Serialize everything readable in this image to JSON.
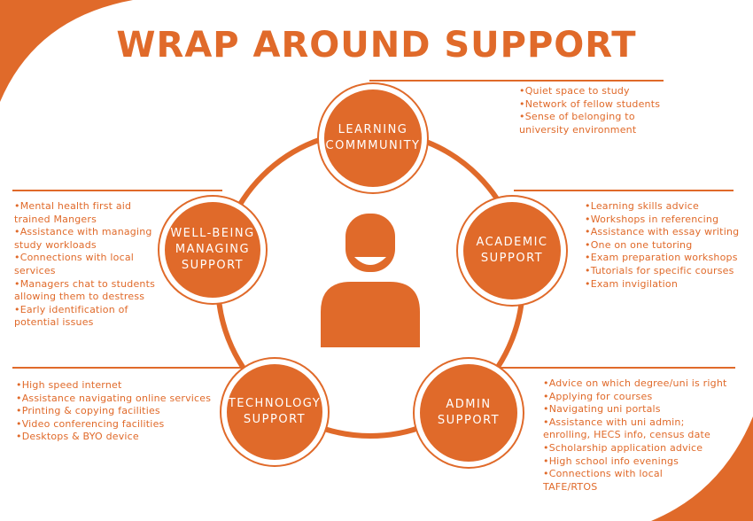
{
  "title": "WRAP AROUND SUPPORT",
  "colors": {
    "accent": "#e06a2a",
    "background": "#ffffff"
  },
  "center_icon": "person-icon",
  "nodes": {
    "learning": {
      "line1": "LEARNING",
      "line2": "COMMMUNITY"
    },
    "wellbeing": {
      "line1": "WELL-BEING",
      "line2": "MANAGING",
      "line3": "SUPPORT"
    },
    "academic": {
      "line1": "ACADEMIC",
      "line2": "SUPPORT"
    },
    "technology": {
      "line1": "TECHNOLOGY",
      "line2": "SUPPORT"
    },
    "admin": {
      "line1": "ADMIN",
      "line2": "SUPPORT"
    }
  },
  "lists": {
    "learning": [
      "•Quiet space to study",
      "•Network of fellow students",
      "•Sense of belonging to",
      "university environment"
    ],
    "wellbeing": [
      "•Mental health first aid",
      "trained Mangers",
      "•Assistance with managing",
      "study workloads",
      "•Connections with local",
      "services",
      "•Managers chat to students",
      "allowing them to destress",
      "•Early identification of",
      "potential issues"
    ],
    "academic": [
      "•Learning skills advice",
      "•Workshops in referencing",
      "•Assistance with essay writing",
      "•One on one tutoring",
      "•Exam preparation workshops",
      "•Tutorials for specific courses",
      "•Exam invigilation"
    ],
    "technology": [
      "•High speed internet",
      "•Assistance navigating online services",
      "•Printing & copying facilities",
      "•Video conferencing facilities",
      "•Desktops & BYO device"
    ],
    "admin": [
      "•Advice on which degree/uni is right",
      "•Applying for courses",
      "•Navigating uni portals",
      "•Assistance with uni admin;",
      "enrolling, HECS info, census date",
      "•Scholarship application advice",
      "•High school info evenings",
      "•Connections with local",
      "TAFE/RTOS"
    ]
  }
}
